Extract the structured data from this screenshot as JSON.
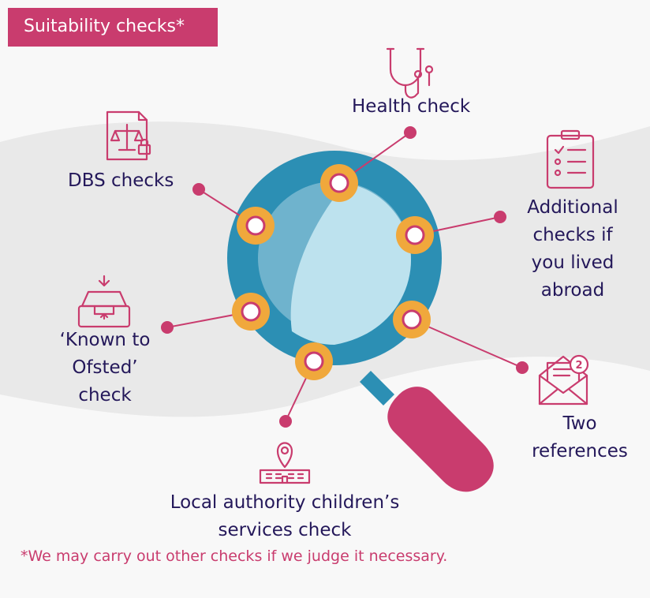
{
  "title": "Suitability checks*",
  "checks": {
    "health": "Health check",
    "dbs": "DBS checks",
    "abroad": "Additional\nchecks if\nyou lived\nabroad",
    "ofsted": "‘Known to\nOfsted’\ncheck",
    "references": "Two\nreferences",
    "local_authority": "Local authority children’s\nservices check"
  },
  "footnote": "*We may carry out other checks if we judge it necessary.",
  "references_badge": "2",
  "icons": {
    "health": "stethoscope-icon",
    "dbs": "legal-document-icon",
    "abroad": "clipboard-checklist-icon",
    "ofsted": "inbox-tray-icon",
    "references": "envelope-letter-icon",
    "local_authority": "location-pin-building-icon"
  },
  "colors": {
    "accent_pink": "#c93c6e",
    "ring_orange": "#f0a83c",
    "lens_teal": "#2c8fb4",
    "text_navy": "#24185a",
    "background_grey": "#e9e9e9"
  }
}
